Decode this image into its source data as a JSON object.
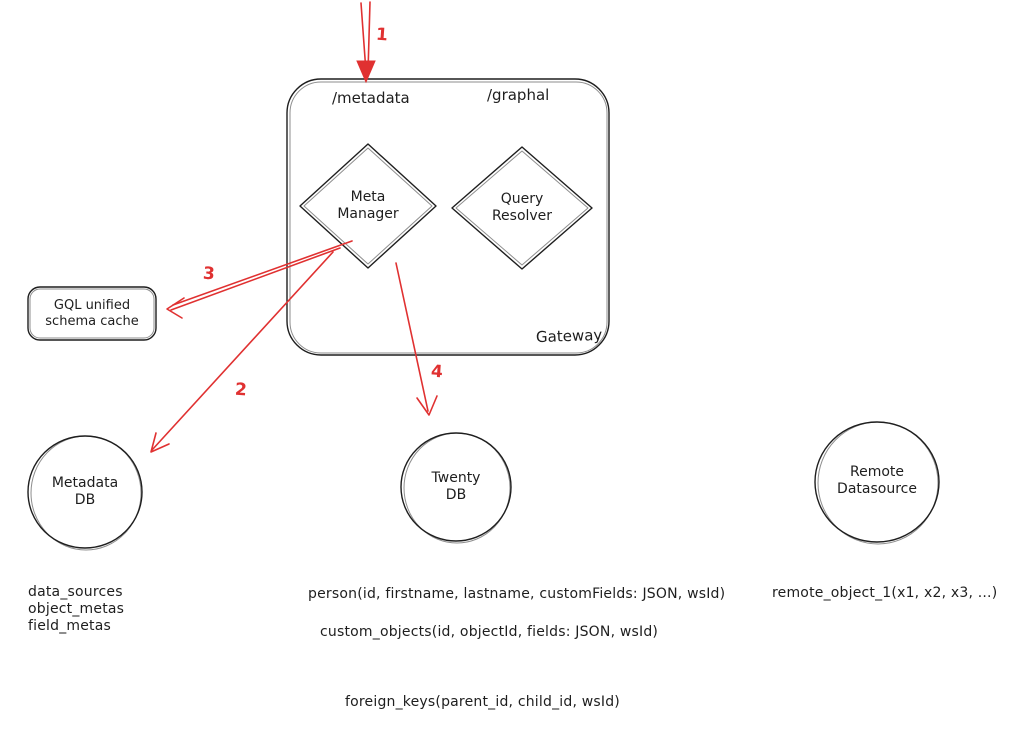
{
  "colors": {
    "stroke": "#1e1e1e",
    "arrow": "#e03131",
    "background": "#ffffff"
  },
  "gateway": {
    "label": "Gateway",
    "endpoints": {
      "metadata": "/metadata",
      "graphql": "/graphal"
    },
    "nodes": {
      "meta_manager": {
        "label": "Meta\nManager"
      },
      "query_resolver": {
        "label": "Query\nResolver"
      }
    }
  },
  "cache": {
    "label": "GQL unified\nschema cache"
  },
  "databases": {
    "metadata_db": {
      "label": "Metadata\nDB",
      "tables": [
        "data_sources",
        "object_metas",
        "field_metas"
      ]
    },
    "twenty_db": {
      "label": "Twenty\nDB",
      "tables": [
        "person(id, firstname, lastname, customFields: JSON, wsId)",
        "custom_objects(id, objectId, fields: JSON, wsId)",
        "foreign_keys(parent_id, child_id, wsId)"
      ]
    },
    "remote_datasource": {
      "label": "Remote\nDatasource",
      "tables": [
        "remote_object_1(x1, x2, x3, ...)"
      ]
    }
  },
  "arrows": {
    "a1": {
      "label": "1"
    },
    "a2": {
      "label": "2"
    },
    "a3": {
      "label": "3"
    },
    "a4": {
      "label": "4"
    }
  }
}
